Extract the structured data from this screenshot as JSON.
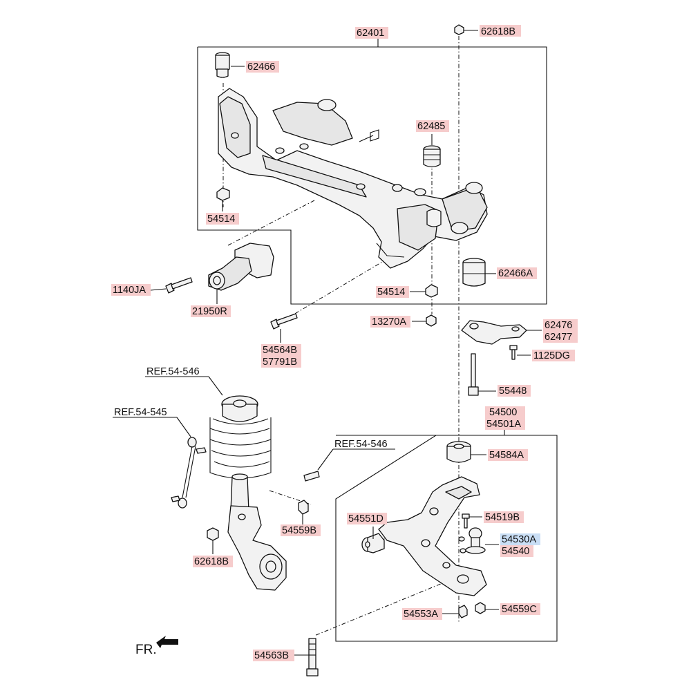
{
  "labels": {
    "p62401": "62401",
    "p62618B_top": "62618B",
    "p62466": "62466",
    "p62485": "62485",
    "p54514_left": "54514",
    "p54514_mid": "54514",
    "p62466A": "62466A",
    "p1140JA": "1140JA",
    "p21950R": "21950R",
    "p13270A": "13270A",
    "p62476": "62476",
    "p62477": "62477",
    "p1125DG": "1125DG",
    "p54564B": "54564B",
    "p57791B": "57791B",
    "p55448": "55448",
    "ref_54546_top": "REF.54-546",
    "ref_54545": "REF.54-545",
    "ref_54546_mid": "REF.54-546",
    "p54500": "54500",
    "p54501A": "54501A",
    "p54584A": "54584A",
    "p54551D": "54551D",
    "p54519B": "54519B",
    "p54530A": "54530A",
    "p54540": "54540",
    "p54559B": "54559B",
    "p62618B_bottom": "62618B",
    "p54553A": "54553A",
    "p54559C": "54559C",
    "p54563B": "54563B",
    "front": "FR."
  },
  "colors": {
    "label_highlight": "#f6cccc",
    "label_highlight_selected": "#c9def5",
    "line": "#111111"
  }
}
